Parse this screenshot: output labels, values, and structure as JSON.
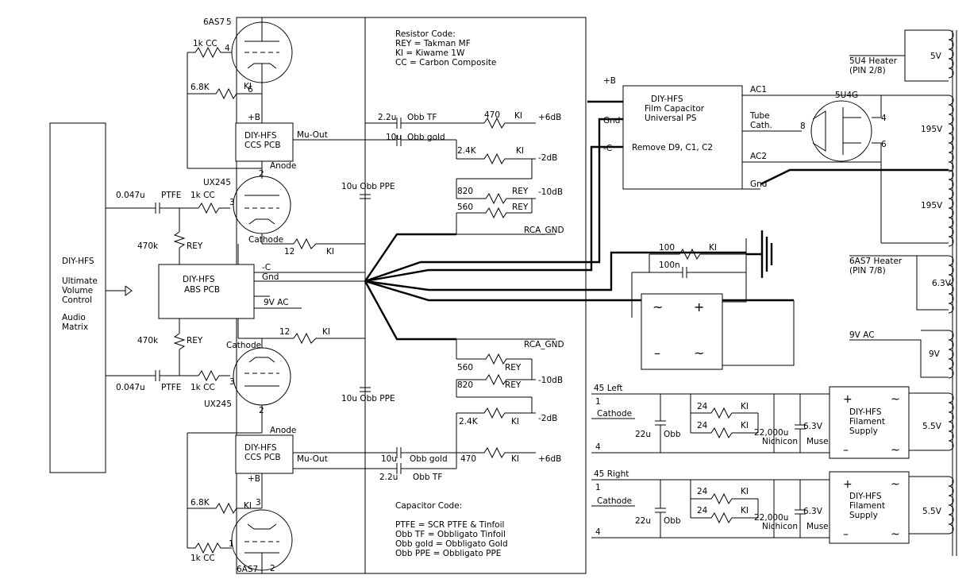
{
  "tubes": {
    "v1_top": "6AS7",
    "v1_top_pin5": "5",
    "v1_top_pin4": "4",
    "v1_top_pin6": "6",
    "v2_top": "UX245",
    "v2_top_pin2": "2",
    "v2_top_pin3": "3",
    "v2_bot": "UX245",
    "v2_bot_pin3": "3",
    "v2_bot_pin2": "2",
    "v1_bot": "6AS7",
    "v1_bot_pin3": "3",
    "v1_bot_pin1": "1",
    "v1_bot_pin2": "2",
    "rect": "5U4G",
    "rect_pin8": "8",
    "rect_pin4": "4",
    "rect_pin6": "6"
  },
  "left_block": {
    "title": "DIY-HFS",
    "lines": [
      "Ultimate",
      "Volume",
      "Control",
      "Audio",
      "Matrix"
    ]
  },
  "boards": {
    "ccs_top": [
      "DIY-HFS",
      "CCS PCB"
    ],
    "ccs_bot": [
      "DIY-HFS",
      "CCS PCB"
    ],
    "abs": [
      "DIY-HFS",
      "ABS PCB"
    ],
    "ps": [
      "DIY-HFS",
      "Film Capacitor",
      "Universal PS",
      "Remove D9, C1, C2"
    ],
    "fil_top": [
      "DIY-HFS",
      "Filament",
      "Supply"
    ],
    "fil_bot": [
      "DIY-HFS",
      "Filament",
      "Supply"
    ]
  },
  "abs_pins": {
    "minus_c": "-C",
    "gnd": "Gnd",
    "ac": "9V AC"
  },
  "labels": {
    "r1k_cc": "1k CC",
    "r68k": "6.8K",
    "ki": "KI",
    "rey": "REY",
    "plus_b": "+B",
    "mu_out": "Mu-Out",
    "anode": "Anode",
    "cathode": "Cathode",
    "c047": "0.047u",
    "ptfe": "PTFE",
    "r470k": "470k",
    "r12": "12",
    "c10u_ppe": "10u Obb PPE",
    "c22_tf": "2.2u",
    "obb_tf": "Obb TF",
    "c10u": "10u",
    "obb_gold": "Obb gold",
    "r470": "470",
    "r24k": "2.4K",
    "r820": "820",
    "r560": "560",
    "db_p6": "+6dB",
    "db_m2": "-2dB",
    "db_m10": "-10dB",
    "rca_gnd": "RCA_GND",
    "c22_tf_b": "2.2u"
  },
  "resistor_code": {
    "title": "Resistor Code:",
    "lines": [
      "REY = Takman MF",
      "KI = Kiwame 1W",
      "CC = Carbon Composite"
    ]
  },
  "capacitor_code": {
    "title": "Capacitor Code:",
    "lines": [
      "PTFE = SCR PTFE & Tinfoil",
      "Obb TF = Obbligato Tinfoil",
      "Obb gold = Obbligato Gold",
      "Obb PPE = Obbligato PPE"
    ]
  },
  "ps_pins": {
    "plus_b": "+B",
    "gnd": "Gnd",
    "minus_c": "-C",
    "ac1": "AC1",
    "tube_cath": [
      "Tube",
      "Cath."
    ],
    "ac2": "AC2",
    "gnd_out": "Gnd"
  },
  "psu_misc": {
    "r100": "100",
    "ki": "KI",
    "c100n": "100n",
    "tilde": "~",
    "plus": "+",
    "minus": "–"
  },
  "transformer": {
    "h5u4": [
      "5U4 Heater",
      "(PIN 2/8)"
    ],
    "v5": "5V",
    "v195a": "195V",
    "v195b": "195V",
    "h6as7": [
      "6AS7 Heater",
      "(PIN 7/8)"
    ],
    "v63": "6.3V",
    "ac9": "9V AC",
    "v9": "9V",
    "v55a": "5.5V",
    "v55b": "5.5V"
  },
  "filament": {
    "top_title": "45 Left",
    "bot_title": "45 Right",
    "pin1": "1",
    "pin4": "4",
    "cathode": "Cathode",
    "r24": "24",
    "ki": "KI",
    "c22u": "22u",
    "obb": "Obb",
    "c22000": "22,000u",
    "v63": "6.3V",
    "nichicon": "Nichicon",
    "muse": "Muse"
  }
}
